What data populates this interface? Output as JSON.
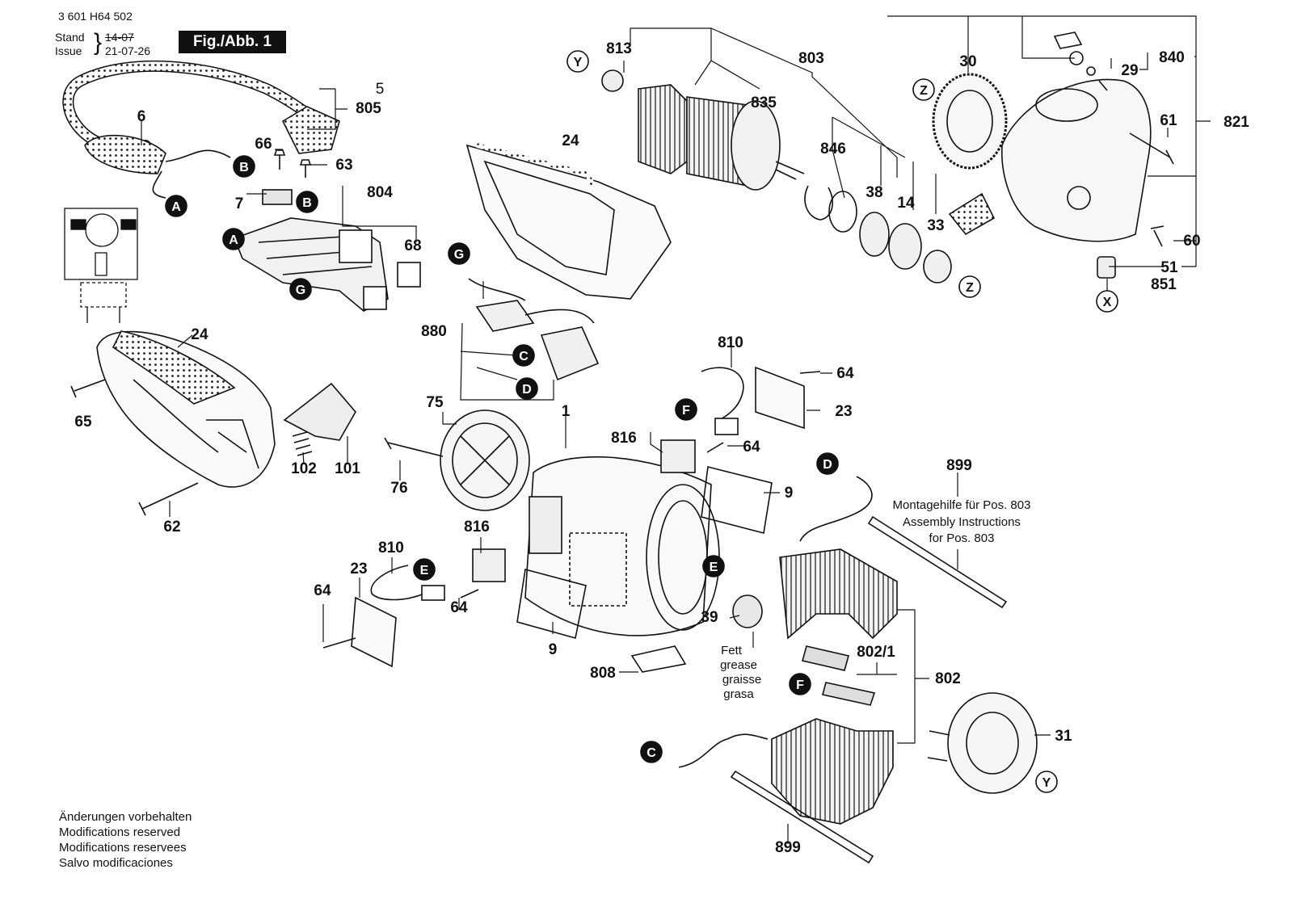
{
  "header": {
    "doc_number": "3 601 H64 502",
    "stand_label": "Stand",
    "stand_value": "14-07",
    "issue_label": "Issue",
    "issue_value": "21-07-26",
    "figure_tag": "Fig./Abb. 1"
  },
  "footer": {
    "lines": [
      "Änderungen vorbehalten",
      "Modifications reserved",
      "Modifications reservees",
      "Salvo modificaciones"
    ]
  },
  "notes": {
    "assembly_de": "Montagehilfe für Pos. 803",
    "assembly_en": "Assembly Instructions",
    "assembly_pos": "for Pos. 803",
    "grease_de": "Fett",
    "grease_en": "grease",
    "grease_fr": "graisse",
    "grease_es": "grasa"
  },
  "part_labels": {
    "p5": "5",
    "p805": "805",
    "p6": "6",
    "p66": "66",
    "p63": "63",
    "p7": "7",
    "p804": "804",
    "p68": "68",
    "p24_top": "24",
    "p24_left": "24",
    "p65": "65",
    "p102": "102",
    "p101": "101",
    "p62": "62",
    "p880": "880",
    "p75": "75",
    "p76": "76",
    "p1": "1",
    "p810_top": "810",
    "p64_a": "64",
    "p23_right": "23",
    "p816_top": "816",
    "p64_b": "64",
    "p9_right": "9",
    "p899_top": "899",
    "p816_mid": "816",
    "p810_left": "810",
    "p23_left": "23",
    "p64_left": "64",
    "p64_mid": "64",
    "p9_mid": "9",
    "p808": "808",
    "p39": "39",
    "p802_1": "802/1",
    "p802": "802",
    "p31": "31",
    "p899_bottom": "899",
    "p813": "813",
    "p803": "803",
    "p835": "835",
    "p846": "846",
    "p38": "38",
    "p14": "14",
    "p33": "33",
    "p30": "30",
    "p840": "840",
    "p29": "29",
    "p61": "61",
    "p821": "821",
    "p60": "60",
    "p51": "51",
    "p851": "851"
  },
  "callouts": {
    "A": "A",
    "B": "B",
    "C": "C",
    "D": "D",
    "E": "E",
    "F": "F",
    "G": "G",
    "X": "X",
    "Y": "Y",
    "Z": "Z"
  }
}
